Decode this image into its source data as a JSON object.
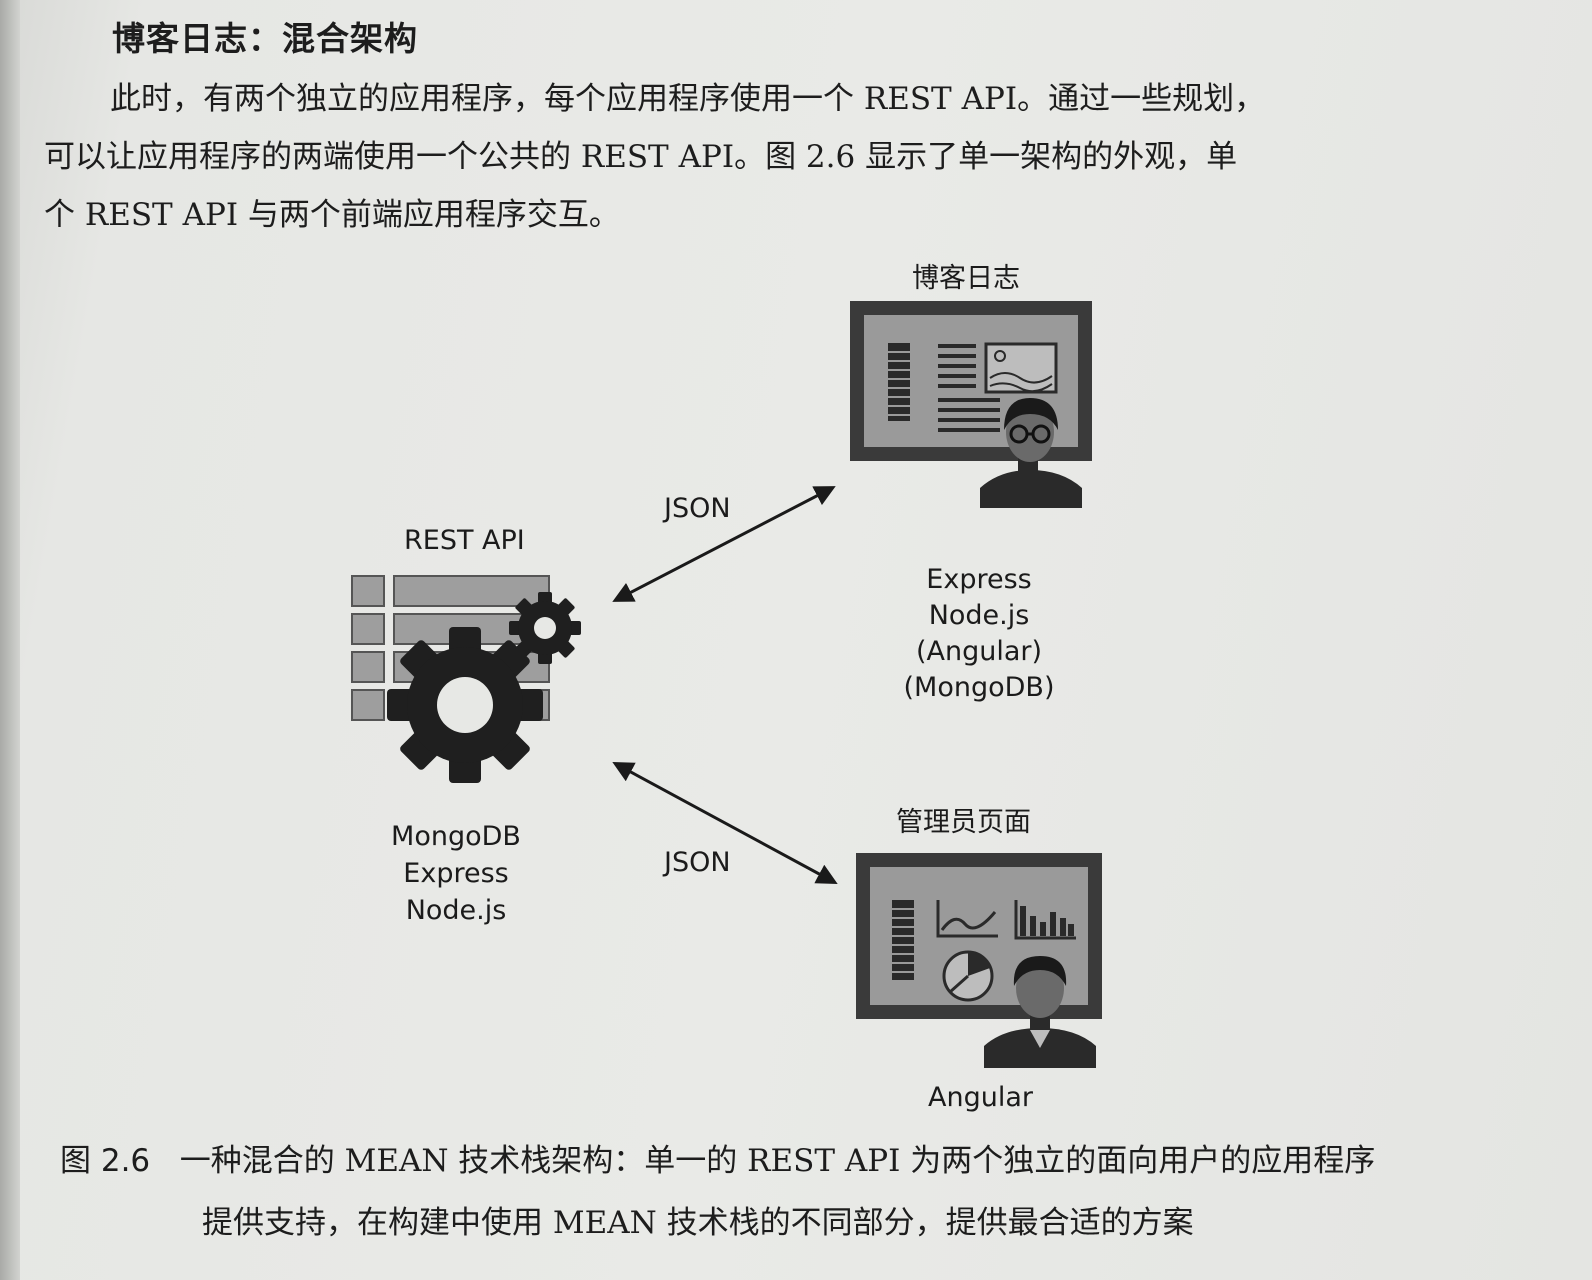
{
  "section_heading": "博客日志：混合架构",
  "paragraph_lines": [
    "此时，有两个独立的应用程序，每个应用程序使用一个 REST API。通过一些规划，",
    "可以让应用程序的两端使用一个公共的 REST API。图 2.6 显示了单一架构的外观，单",
    "个 REST API 与两个前端应用程序交互。"
  ],
  "diagram": {
    "api_title": "REST API",
    "api_stack": [
      "MongoDB",
      "Express",
      "Node.js"
    ],
    "blog": {
      "title": "博客日志",
      "stack": [
        "Express",
        "Node.js",
        "(Angular)",
        "(MongoDB)"
      ]
    },
    "admin": {
      "title": "管理员页面",
      "stack": [
        "Angular"
      ]
    },
    "arrow_labels": [
      "JSON",
      "JSON"
    ]
  },
  "caption": {
    "number": "图 2.6",
    "line1": "一种混合的 MEAN 技术栈架构：单一的 REST API 为两个独立的面向用户的应用程序",
    "line2": "提供支持，在构建中使用 MEAN 技术栈的不同部分，提供最合适的方案"
  },
  "colors": {
    "ink": "#1d1d1d",
    "screen_frame": "#3a3a3a",
    "screen_fill": "#9a9a9a",
    "grid_cell": "#9e9e9e"
  }
}
